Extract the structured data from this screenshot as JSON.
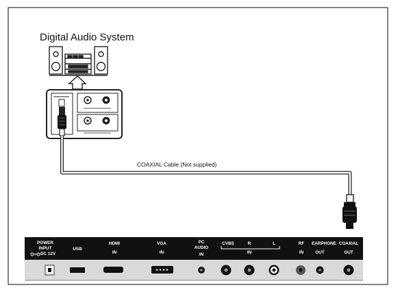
{
  "device_title": "Digital Audio System",
  "cable_label": "COAXIAL Cable (Not supplied)",
  "panel_labels": {
    "power_1": "POWER",
    "power_2": "INPUT",
    "power_3": "DC 12V",
    "usb": "USB",
    "hdmi_1": "HDMI",
    "hdmi_2": "IN",
    "vga_1": "VGA",
    "vga_2": "IN",
    "pc_audio_1": "PC",
    "pc_audio_2": "AUDIO",
    "pc_audio_3": "IN",
    "cvbs": "CVBS",
    "r": "R",
    "l": "L",
    "av_in": "IN",
    "rf_in": "RF",
    "rf_in_2": "IN",
    "earphone": "EARPHONE",
    "earphone_out": "OUT",
    "coaxial": "COAXIAL",
    "coaxial_out": "OUT"
  },
  "colors": {
    "panel_black": "#111111",
    "panel_gray": "#d9d9d9",
    "line": "#222222"
  },
  "icons": [
    "stereo-system-icon",
    "coaxial-plug-icon",
    "rca-jack-icon"
  ]
}
